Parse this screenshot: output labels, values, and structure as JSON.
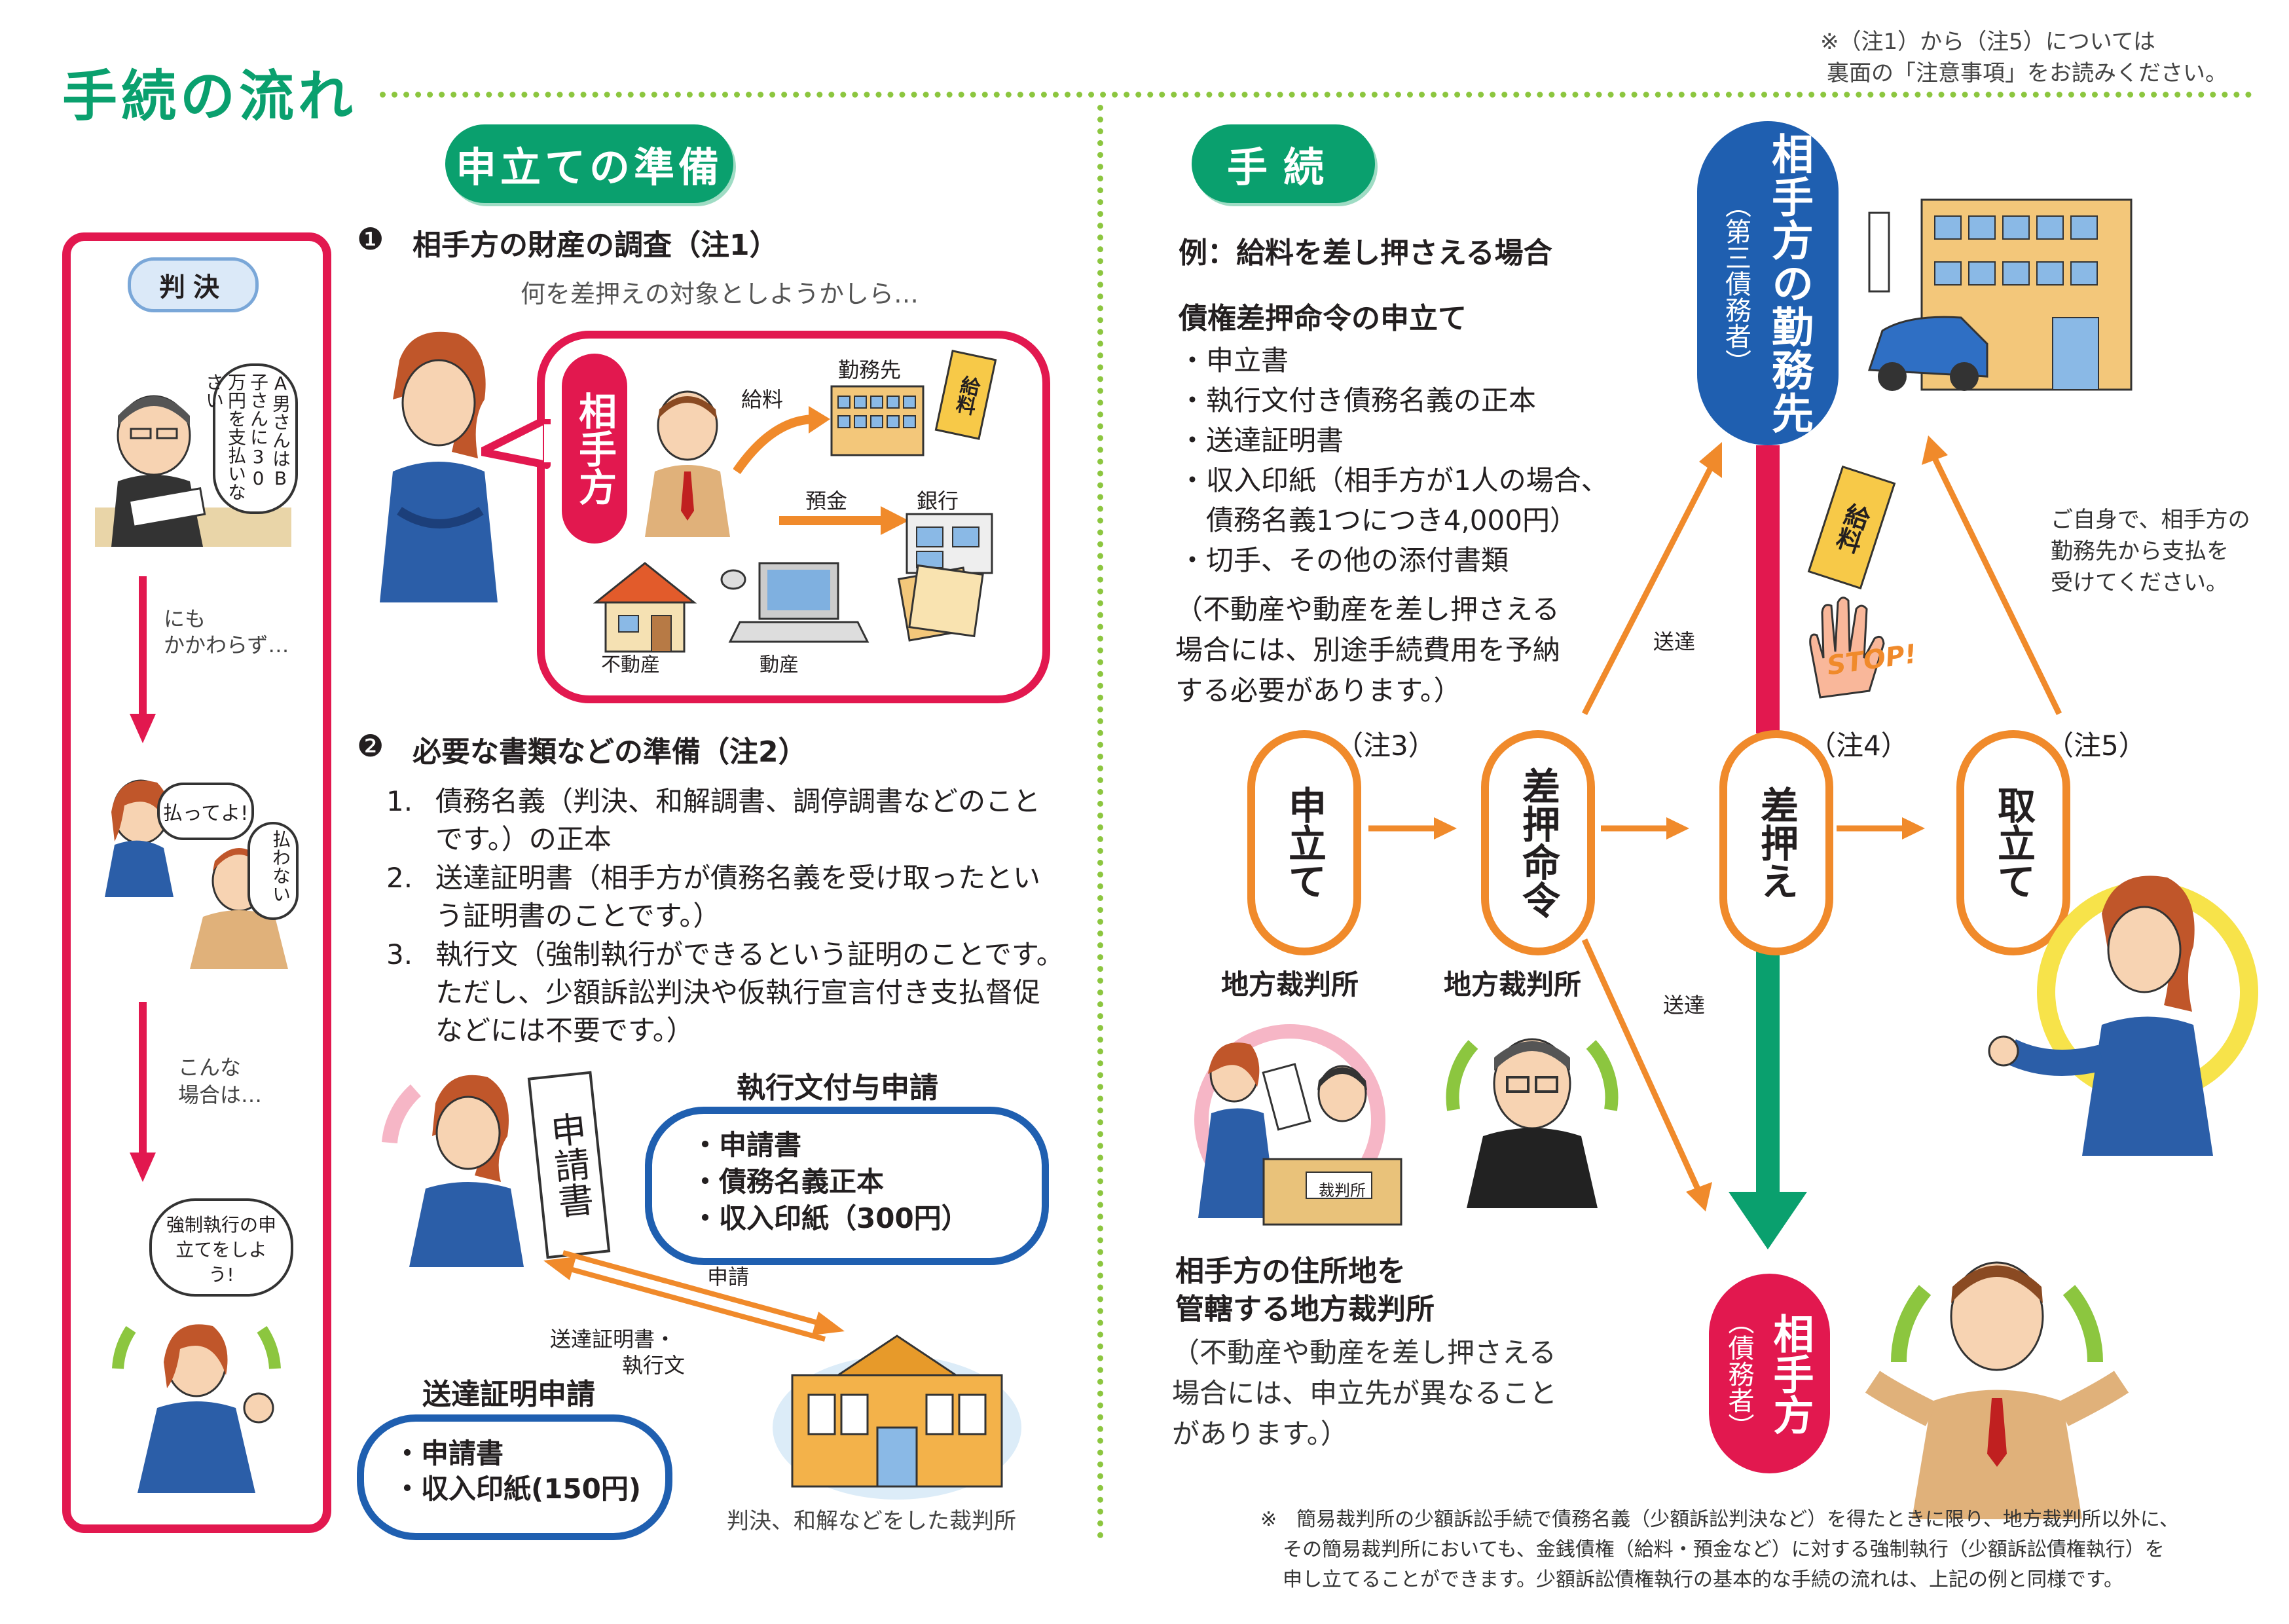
{
  "header": {
    "title": "手続の流れ",
    "note_line1": "※（注1）から（注5）については",
    "note_line2": "裏面の「注意事項」をお読みください。"
  },
  "left": {
    "section_title": "申立ての準備",
    "timeline": {
      "badge": "判決",
      "speech1": "A男さんはB子さんに30万円を支払いなさい",
      "caption1_l1": "にも",
      "caption1_l2": "かかわらず…",
      "speech2a": "払ってよ!",
      "speech2b": "払わない",
      "caption2_l1": "こんな",
      "caption2_l2": "場合は…",
      "speech3": "強制執行の申立てをしよう!"
    },
    "step1": {
      "num": "❶",
      "title": "相手方の財産の調査（注1）",
      "thought": "何を差押えの対象としようかしら…",
      "bubble_label": "相手方",
      "lbl_salary": "給料",
      "lbl_workplace": "勤務先",
      "lbl_deposit": "預金",
      "lbl_bank": "銀行",
      "lbl_realestate": "不動産",
      "lbl_movable": "動産",
      "envelope": "給料"
    },
    "step2": {
      "num": "❷",
      "title": "必要な書類などの準備（注2）",
      "items": [
        {
          "n": "1.",
          "l1": "債務名義（判決、和解調書、調停調書などのこと",
          "l2": "です。）の正本"
        },
        {
          "n": "2.",
          "l1": "送達証明書（相手方が債務名義を受け取ったとい",
          "l2": "う証明書のことです。）"
        },
        {
          "n": "3.",
          "l1": "執行文（強制執行ができるという証明のことです。",
          "l2": "ただし、少額訴訟判決や仮執行宣言付き支払督促",
          "l3": "などには不要です。）"
        }
      ]
    },
    "exec_box": {
      "title": "執行文付与申請",
      "items": [
        "・申請書",
        "・債務名義正本",
        "・収入印紙（300円）"
      ]
    },
    "service_box": {
      "title": "送達証明申請",
      "items": [
        "・申請書",
        "・収入印紙(150円)"
      ]
    },
    "apply_label": "申請",
    "returned_l1": "送達証明書・",
    "returned_l2": "執行文",
    "court_caption": "判決、和解などをした裁判所",
    "doc_label": "申請書"
  },
  "right": {
    "section_title": "手続",
    "example": "例：給料を差し押さえる場合",
    "app_title": "債権差押命令の申立て",
    "app_items": [
      "・申立書",
      "・執行文付き債務名義の正本",
      "・送達証明書",
      "・収入印紙（相手方が1人の場合、",
      "　債務名義1つにつき4,000円）",
      "・切手、その他の添付書類"
    ],
    "app_note": [
      "（不動産や動産を差し押さえる",
      "場合には、別途手続費用を予納",
      "する必要があります。）"
    ],
    "stages": [
      {
        "label": "申立て",
        "note": "（注3）"
      },
      {
        "label": "差押命令",
        "note": ""
      },
      {
        "label": "差押え",
        "note": "（注4）"
      },
      {
        "label": "取立て",
        "note": "（注5）"
      }
    ],
    "court1": "地方裁判所",
    "court2": "地方裁判所",
    "court_desk_label": "裁判所",
    "court_note_title_l1": "相手方の住所地を",
    "court_note_title_l2": "管轄する地方裁判所",
    "court_note": [
      "（不動産や動産を差し押さえる",
      "場合には、申立先が異なること",
      "があります。）"
    ],
    "sent_up": "送達",
    "sent_down": "送達",
    "employer_main": "相手方の勤務先",
    "employer_sub": "（第三債務者）",
    "debtor_main": "相手方",
    "debtor_sub": "（債務者）",
    "collect_note": [
      "ご自身で、相手方の",
      "勤務先から支払を",
      "受けてください。"
    ],
    "stop_label": "STOP!",
    "envelope": "給料",
    "footnote": [
      "※　簡易裁判所の少額訴訟手続で債務名義（少額訴訟判決など）を得たときに限り、地方裁判所以外に、",
      "その簡易裁判所においても、金銭債権（給料・預金など）に対する強制執行（少額訴訟債権執行）を",
      "申し立てることができます。少額訴訟債権執行の基本的な手続の流れは、上記の例と同様です。"
    ]
  },
  "colors": {
    "green": "#0aa06e",
    "red": "#e2184f",
    "blue": "#1f5fb0",
    "orange": "#f08a2b",
    "dots": "#8cc63f"
  }
}
